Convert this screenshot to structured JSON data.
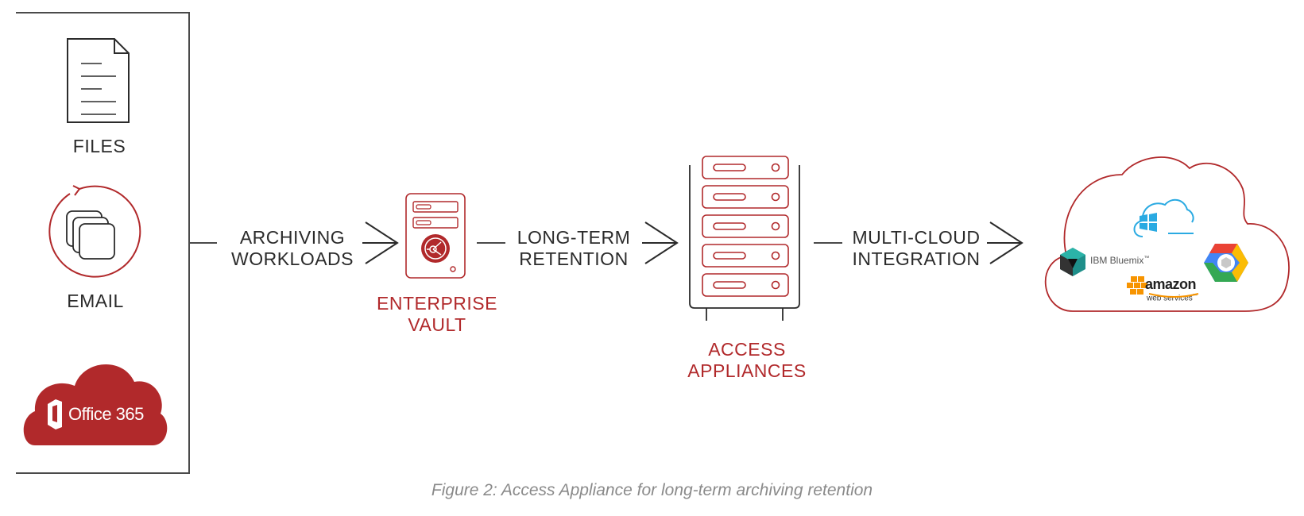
{
  "sources": {
    "files_label": "FILES",
    "email_label": "EMAIL",
    "office_label": "Office 365"
  },
  "flow": {
    "archiving_line1": "ARCHIVING",
    "archiving_line2": "WORKLOADS",
    "vault_line1": "ENTERPRISE",
    "vault_line2": "VAULT",
    "retention_line1": "LONG-TERM",
    "retention_line2": "RETENTION",
    "appliances_line1": "ACCESS",
    "appliances_line2": "APPLIANCES",
    "multicloud_line1": "MULTI-CLOUD",
    "multicloud_line2": "INTEGRATION"
  },
  "cloud": {
    "ibm_label": "IBM Bluemix",
    "ibm_tm": "™",
    "amazon_label": "amazon",
    "aws_sub_label": "web services",
    "aws_tm": "™"
  },
  "caption": "Figure 2: Access Appliance for long-term archiving retention",
  "colors": {
    "brand_red": "#b1292b",
    "text_dark": "#2b2b2b",
    "caption_gray": "#8a8a8a"
  }
}
